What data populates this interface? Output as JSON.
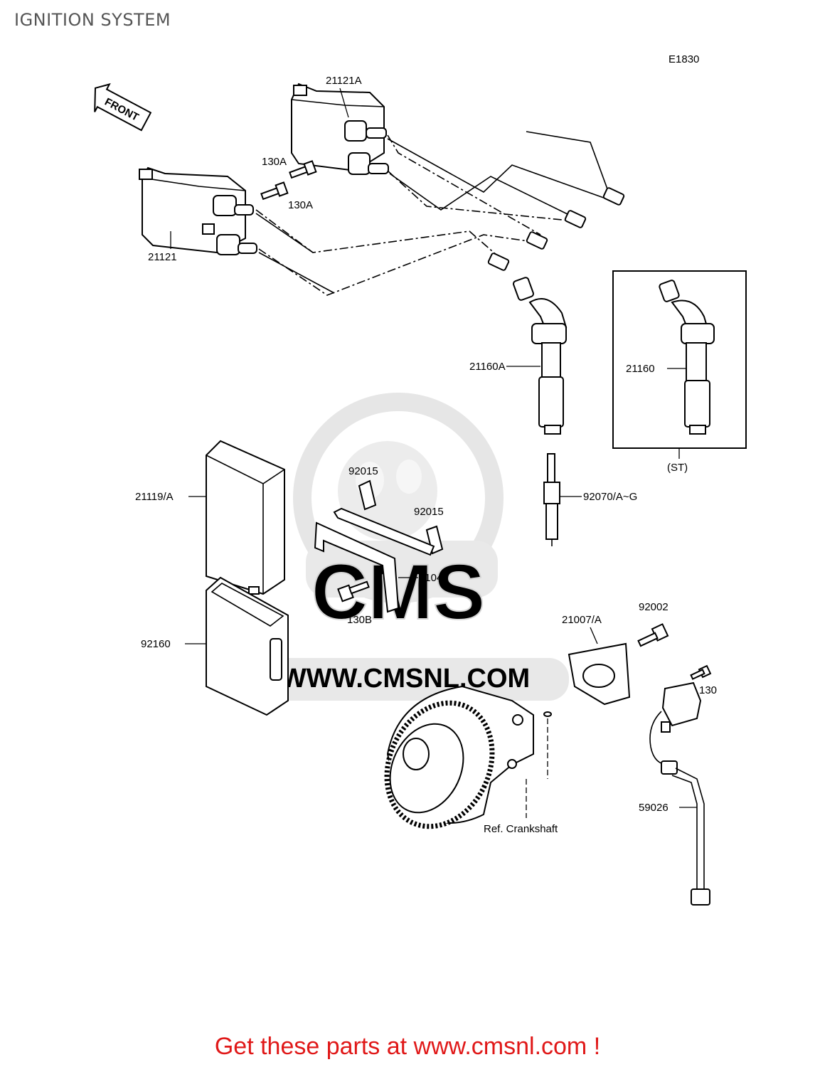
{
  "title": "IGNITION SYSTEM",
  "diagram_code": "E1830",
  "front_label": "FRONT",
  "watermark": {
    "logo_text": "CMS",
    "url_text": "WWW.CMSNL.COM",
    "color": "#e4e4e4"
  },
  "parts": {
    "p21121A": "21121A",
    "p21121": "21121",
    "p130A_1": "130A",
    "p130A_2": "130A",
    "p21160A": "21160A",
    "p21160": "21160",
    "st_label": "(ST)",
    "p92070": "92070/A~G",
    "p21119": "21119/A",
    "p92015_1": "92015",
    "p92015_2": "92015",
    "p11046": "11046",
    "p130B": "130B",
    "p92160": "92160",
    "p21007": "21007/A",
    "p92002": "92002",
    "p130": "130",
    "p59026": "59026",
    "ref_crankshaft": "Ref. Crankshaft"
  },
  "footer": {
    "cta": "Get these parts at www.cmsnl.com !",
    "color": "#e01818"
  }
}
